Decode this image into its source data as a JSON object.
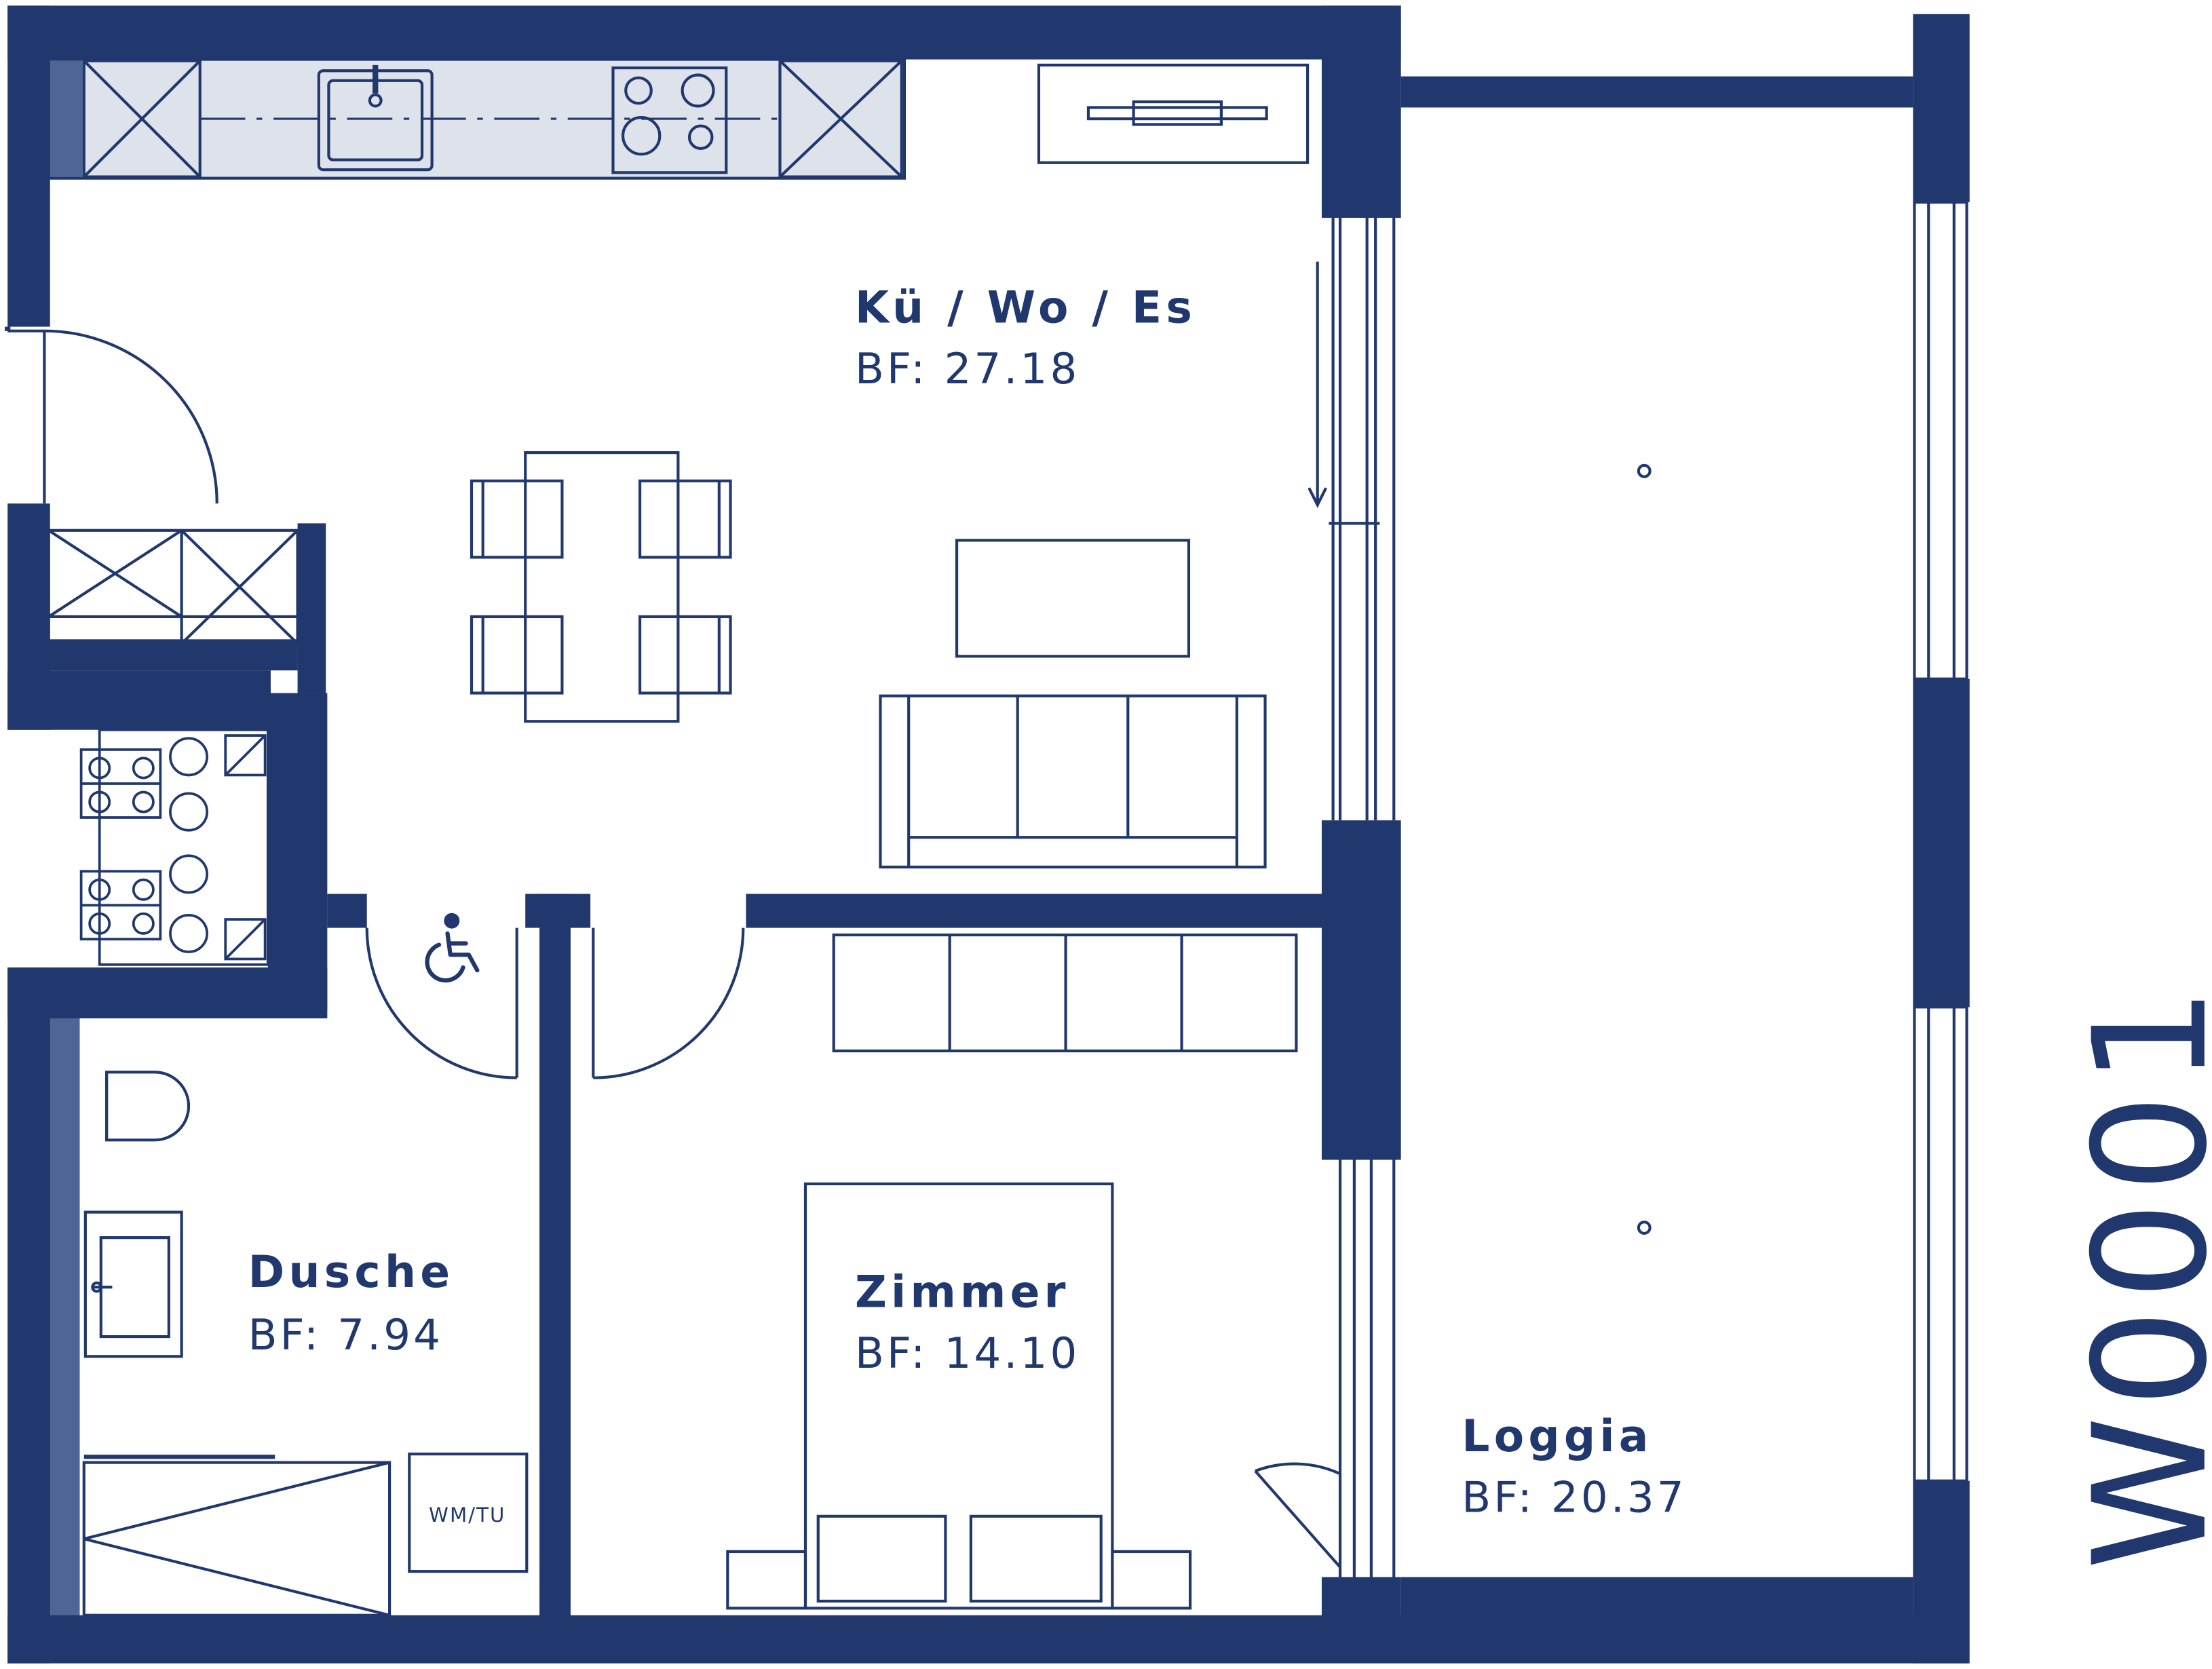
{
  "unit": {
    "code": "W0001"
  },
  "rooms": [
    {
      "id": "living",
      "name": "Kü / Wo / Es",
      "area": "BF: 27.18"
    },
    {
      "id": "bathroom",
      "name": "Dusche",
      "area": "BF: 7.94"
    },
    {
      "id": "bedroom",
      "name": "Zimmer",
      "area": "BF: 14.10"
    },
    {
      "id": "loggia",
      "name": "Loggia",
      "area": "BF: 20.37"
    }
  ],
  "appliances": {
    "washer_dryer": "WM/TU"
  },
  "icons": {
    "accessibility": "wheelchair-icon"
  },
  "colors": {
    "wall": "#21386e",
    "line": "#21386e",
    "counter": "#dee2ea",
    "accent": "#4f6596",
    "background": "#ffffff"
  }
}
